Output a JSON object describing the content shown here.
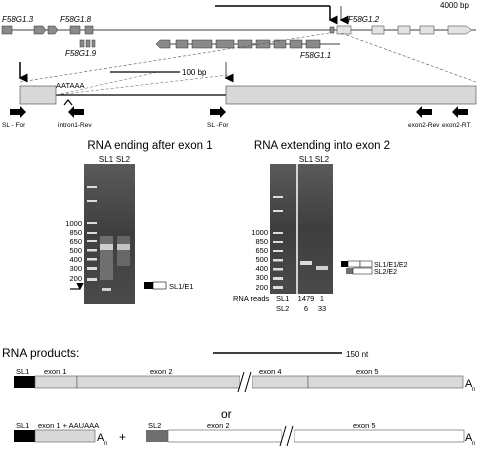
{
  "genome": {
    "scale_label": "4000 bp",
    "genes": [
      "F58G1.3",
      "F58G1.8",
      "F58G1.9",
      "F58G1.1",
      "F58G1.2"
    ]
  },
  "zoom": {
    "scale_label": "100 bp",
    "polya_signal": "AATAAA",
    "primers": [
      "SL - For",
      "intron1-Rev",
      "SL -For",
      "exon2-Rev",
      "exon2-RT"
    ]
  },
  "gel1": {
    "title": "RNA ending after exon 1",
    "lanes": [
      "SL1",
      "SL2"
    ],
    "ladder": [
      "1000",
      "850",
      "650",
      "500",
      "400",
      "300",
      "200"
    ],
    "product_label": "SL1/E1"
  },
  "gel2": {
    "title": "RNA extending into exon 2",
    "lanes": [
      "SL1",
      "SL2"
    ],
    "ladder": [
      "1000",
      "850",
      "650",
      "500",
      "400",
      "300",
      "200"
    ],
    "product_labels": [
      "SL1/E1/E2",
      "SL2/E2"
    ],
    "reads_label": "RNA reads",
    "reads_rows": [
      {
        "sl": "SL1",
        "v1": "1479",
        "v2": "1"
      },
      {
        "sl": "SL2",
        "v1": "6",
        "v2": "33"
      }
    ]
  },
  "products": {
    "title": "RNA products:",
    "scale_label": "150 nt",
    "row1": {
      "sl": "SL1",
      "segments": [
        "exon 1",
        "exon 2",
        "exon 4",
        "exon 5"
      ],
      "tail": "A",
      "tail_sub": "n"
    },
    "or_label": "or",
    "row2a": {
      "sl": "SL1",
      "segment": "exon 1 + AAUAAA",
      "tail": "A",
      "tail_sub": "n"
    },
    "plus_label": "+",
    "row2b": {
      "sl": "SL2",
      "segments": [
        "exon 2",
        "exon 5"
      ],
      "tail": "A",
      "tail_sub": "n"
    }
  },
  "colors": {
    "exon_fill": "#d9d9d9",
    "sl1": "#000000",
    "sl2": "#6f6f6f",
    "gel_bg": "#3a3a3a"
  }
}
